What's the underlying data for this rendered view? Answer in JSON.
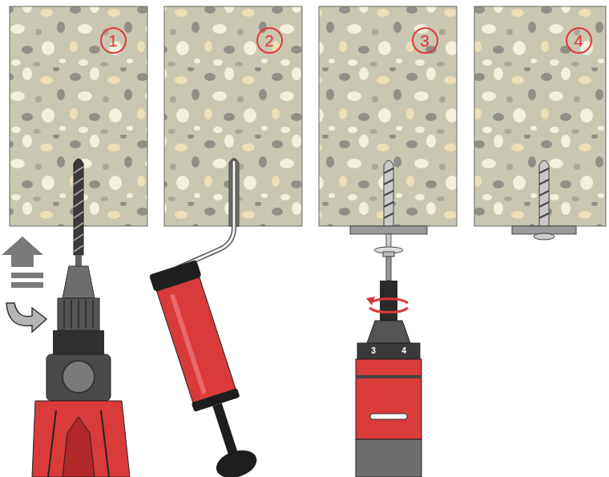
{
  "diagram": {
    "nodes": [
      {
        "text": [
          "1"
        ]
      },
      {
        "text": [
          "2"
        ]
      },
      {
        "text": [
          "3"
        ]
      },
      {
        "text": [
          "4"
        ]
      }
    ],
    "labels": [
      "3",
      "4"
    ]
  }
}
